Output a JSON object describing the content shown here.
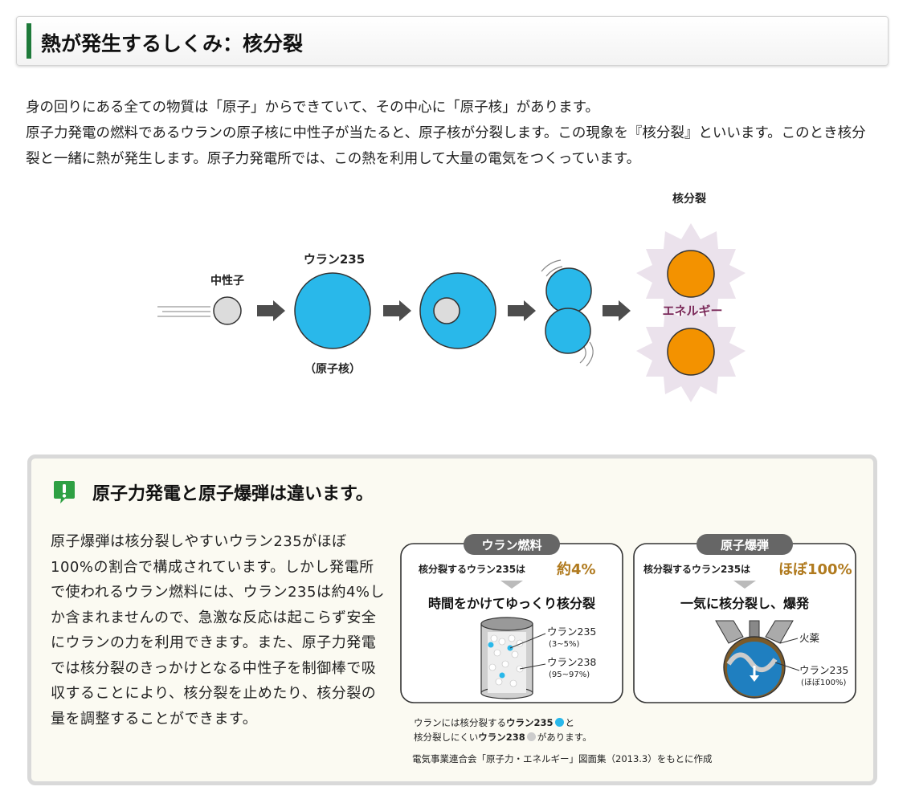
{
  "header": {
    "title": "熱が発生するしくみ：核分裂"
  },
  "intro": {
    "line1": "身の回りにある全ての物質は「原子」からできていて、その中心に「原子核」があります。",
    "line2": "原子力発電の燃料であるウランの原子核に中性子が当たると、原子核が分裂します。この現象を『核分裂』といいます。このとき核分裂と一緒に熱が発生します。原子力発電所では、この熱を利用して大量の電気をつくっています。"
  },
  "diagram": {
    "neutron_label": "中性子",
    "uranium_label": "ウラン235",
    "nucleus_label": "（原子核）",
    "fission_label": "核分裂",
    "energy_label": "エネルギー"
  },
  "note": {
    "heading": "原子力発電と原子爆弾は違います。",
    "body": "原子爆弾は核分裂しやすいウラン235がほぼ100%の割合で構成されています。しかし発電所で使われるウラン燃料には、ウラン235は約4%しか含まれませんので、急激な反応は起こらず安全にウランの力を利用できます。また、原子力発電では核分裂のきっかけとなる中性子を制御棒で吸収することにより、核分裂を止めたり、核分裂の量を調整することができます。"
  },
  "fuel_panel": {
    "title": "ウラン燃料",
    "ratio_prefix": "核分裂するウラン235は",
    "ratio_value": "約4%",
    "desc": "時間をかけてゆっくり核分裂",
    "label_u235": "ウラン235",
    "label_u235_pct": "(3~5%)",
    "label_u238": "ウラン238",
    "label_u238_pct": "(95~97%)"
  },
  "bomb_panel": {
    "title": "原子爆弾",
    "ratio_prefix": "核分裂するウラン235は",
    "ratio_value": "ほぼ100%",
    "desc": "一気に核分裂し、爆発",
    "label_powder": "火薬",
    "label_u235": "ウラン235",
    "label_u235_pct": "(ほぼ100%)"
  },
  "legend": {
    "line1_pre": "ウランには核分裂する",
    "line1_bold": "ウラン235",
    "line1_post": "と",
    "line2_pre": "核分裂しにくい",
    "line2_bold": "ウラン238",
    "line2_post": "があります。"
  },
  "source": "電気事業連合会「原子力・エネルギー」図面集（2013.3）をもとに作成",
  "colors": {
    "accent": "#1e7a3a",
    "nucleus": "#29b8ea",
    "fragment": "#f39200",
    "burst": "#ebe2ec",
    "energy": "#7b2a5a",
    "ratio": "#b07a1e"
  }
}
